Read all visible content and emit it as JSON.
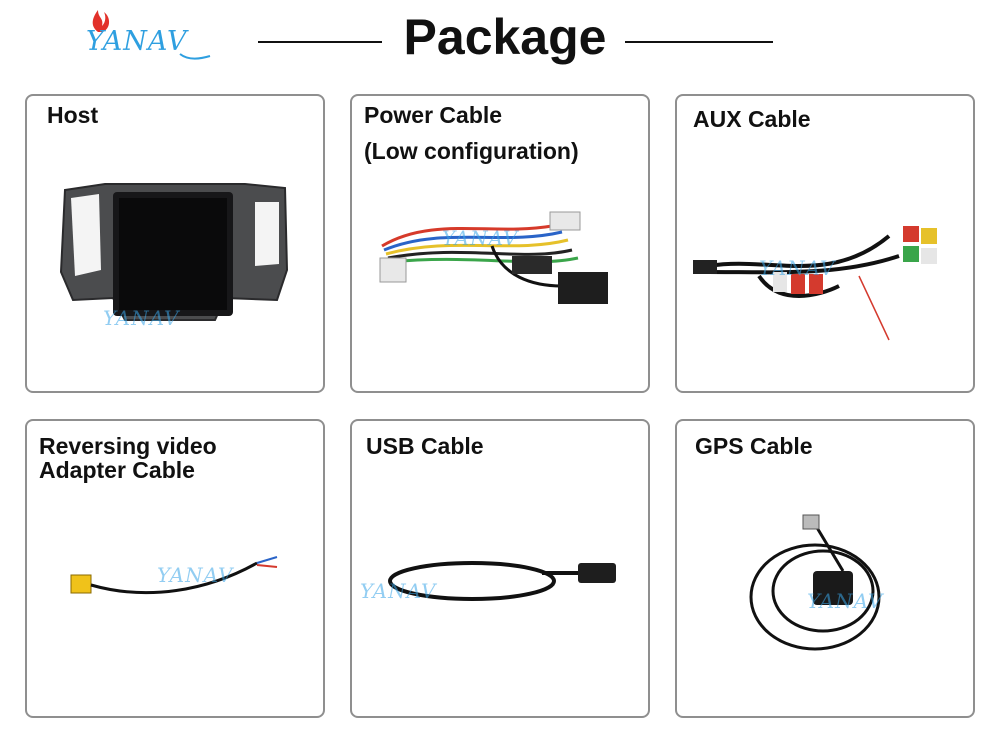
{
  "brand": {
    "logo_text": "YANAV"
  },
  "header": {
    "title": "Package"
  },
  "items": [
    {
      "title_lines": [
        "Host"
      ]
    },
    {
      "title_lines": [
        "Power Cable",
        "(Low configuration)"
      ]
    },
    {
      "title_lines": [
        "AUX Cable"
      ]
    },
    {
      "title_lines": [
        "Reversing video",
        "Adapter Cable"
      ]
    },
    {
      "title_lines": [
        "USB Cable"
      ]
    },
    {
      "title_lines": [
        "GPS  Cable"
      ]
    }
  ]
}
